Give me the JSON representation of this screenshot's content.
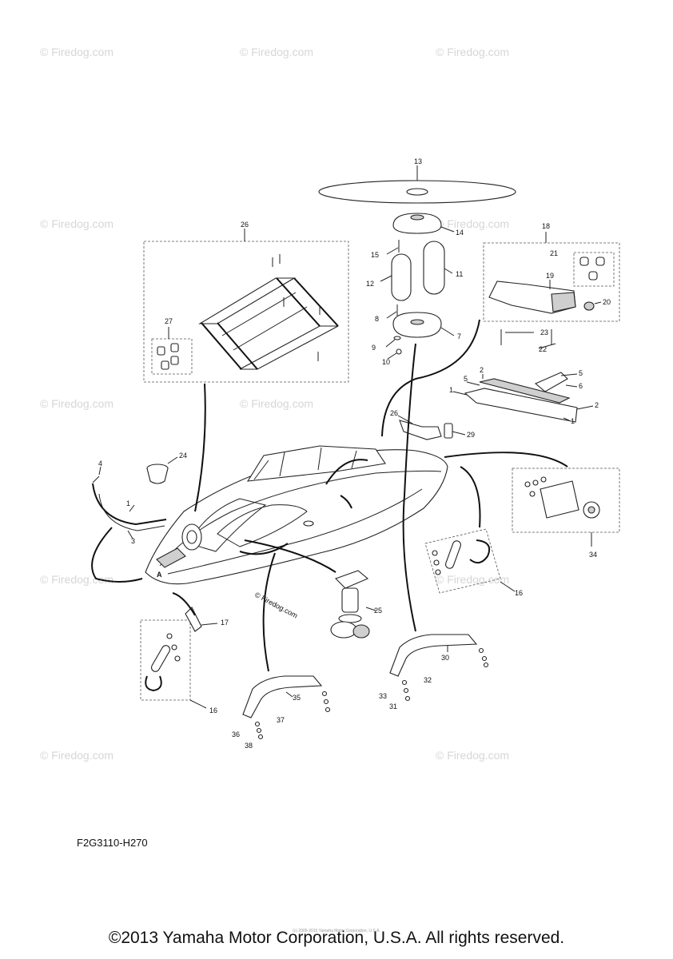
{
  "diagram": {
    "code": "F2G3110-H270",
    "copyright": "©2013 Yamaha Motor Corporation, U.S.A. All rights reserved.",
    "watermark": "© Firedog.com",
    "center_watermark": "© Firedog.com",
    "tiny_notice": "(c) 2005-2015 Yamaha Motor Corporation, U.S.A.",
    "callouts": {
      "c1a": "1",
      "c1b": "1",
      "c1c": "1",
      "c2a": "2",
      "c2b": "2",
      "c3": "3",
      "c4": "4",
      "c5a": "5",
      "c5b": "5",
      "c6": "6",
      "c7": "7",
      "c8": "8",
      "c9": "9",
      "c10": "10",
      "c11": "11",
      "c12": "12",
      "c13": "13",
      "c14": "14",
      "c15": "15",
      "c16a": "16",
      "c16b": "16",
      "c17": "17",
      "c18": "18",
      "c19": "19",
      "c20": "20",
      "c21": "21",
      "c22": "22",
      "c23": "23",
      "c24": "24",
      "c25": "25",
      "c26a": "26",
      "c26b": "26",
      "c27": "27",
      "c29": "29",
      "c30": "30",
      "c31": "31",
      "c32": "32",
      "c33": "33",
      "c34": "34",
      "c35": "35",
      "c36": "36",
      "c37": "37",
      "c38": "38"
    }
  }
}
